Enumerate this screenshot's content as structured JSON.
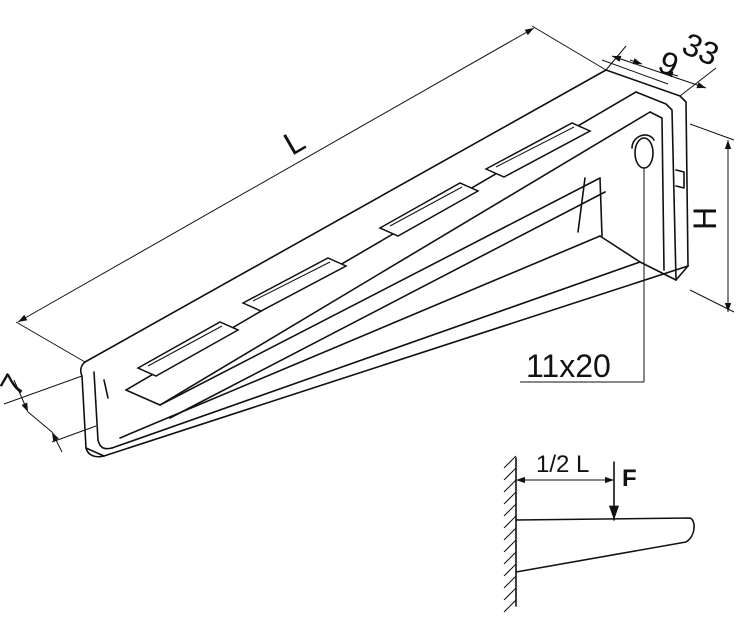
{
  "labels": {
    "length": "L",
    "width": "33",
    "slot_width": "9",
    "height": "H",
    "hole": "11x20",
    "thickness": "7",
    "half_length": "1/2 L",
    "force": "F"
  }
}
